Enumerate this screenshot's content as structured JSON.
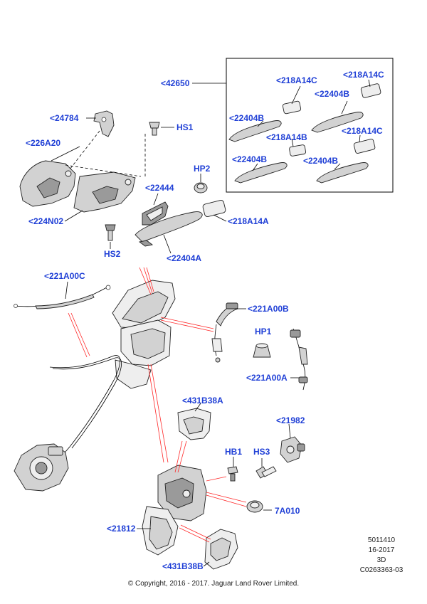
{
  "labels": {
    "l42650": "<42650",
    "l218A14C_a": "<218A14C",
    "l218A14C_b": "<218A14C",
    "l22404B_a": "<22404B",
    "l22404B_b": "<22404B",
    "l218A14B": "<218A14B",
    "l218A14C_c": "<218A14C",
    "l22404B_c": "<22404B",
    "l22404B_d": "<22404B",
    "l24784": "<24784",
    "lHS1": "HS1",
    "l226A20": "<226A20",
    "lHP2": "HP2",
    "l22444": "<22444",
    "l224N02": "<224N02",
    "l218A14A": "<218A14A",
    "lHS2": "HS2",
    "l22404A": "<22404A",
    "l221A00C": "<221A00C",
    "l221A00B": "<221A00B",
    "lHP1": "HP1",
    "l221A00A": "<221A00A",
    "l431B38A": "<431B38A",
    "l21982": "<21982",
    "lHB1": "HB1",
    "lHS3": "HS3",
    "l7A010": "7A010",
    "l21812": "<21812",
    "l431B38B": "<431B38B"
  },
  "meta": {
    "line1": "5011410",
    "line2": "16-2017",
    "line3": "3D",
    "line4": "C0263363-03"
  },
  "copyright": "© Copyright, 2016 - 2017. Jaguar Land Rover Limited.",
  "colors": {
    "label": "#1f3fd6",
    "leader": "#ff2a2a",
    "part_fill": "#d2d2d2"
  }
}
